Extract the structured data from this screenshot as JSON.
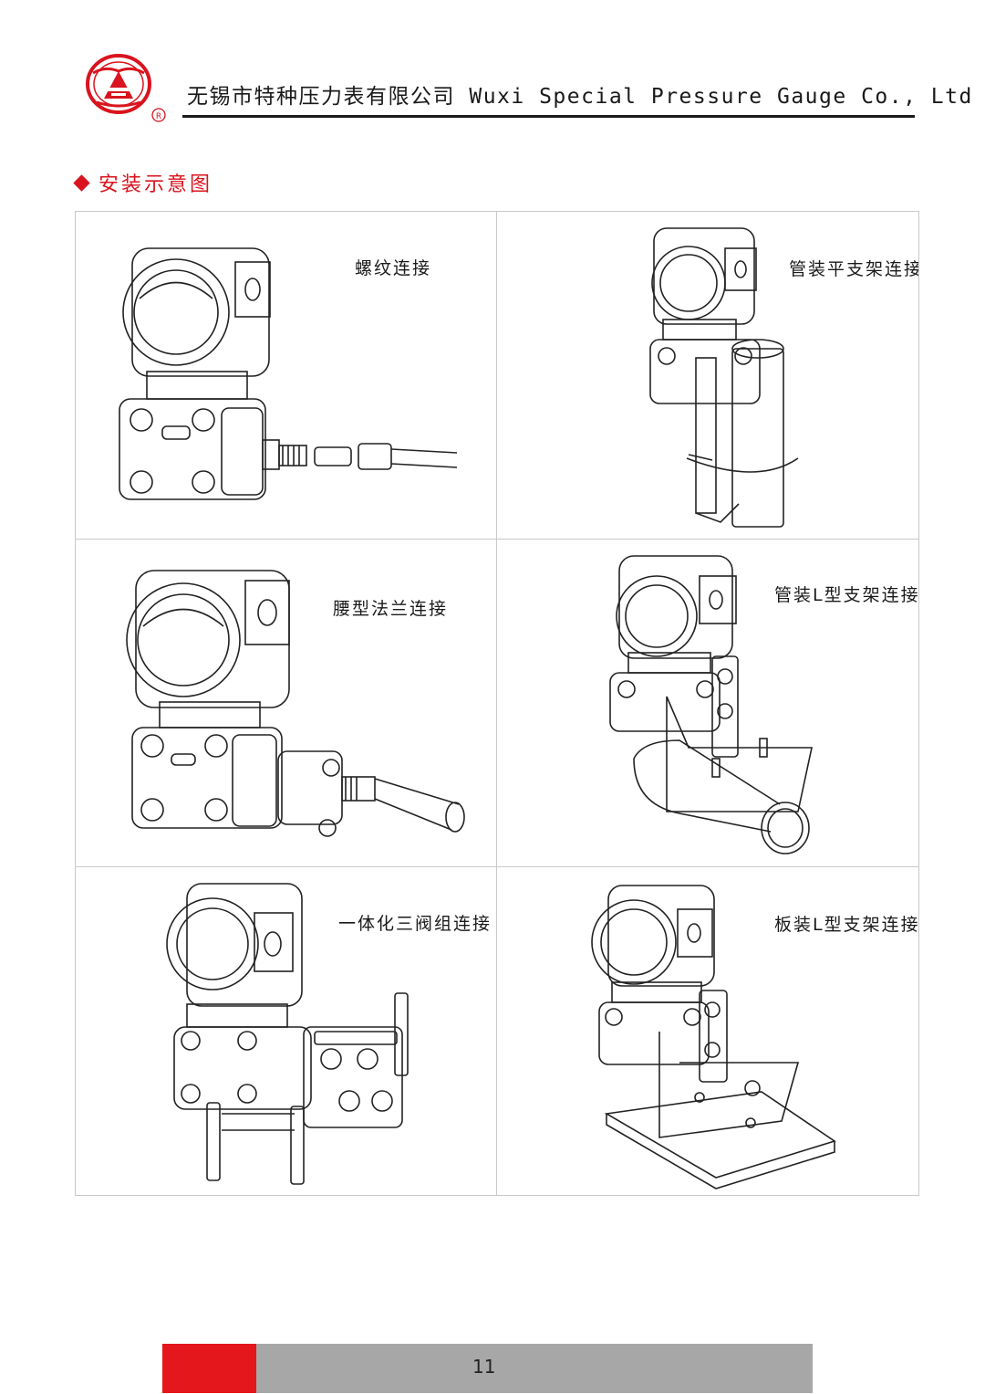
{
  "header": {
    "company_name": "无锡市特种压力表有限公司 Wuxi Special Pressure Gauge Co., Ltd",
    "logo_mark": "®"
  },
  "section": {
    "title": "安装示意图"
  },
  "diagrams": [
    {
      "label": "螺纹连接"
    },
    {
      "label": "管装平支架连接"
    },
    {
      "label": "腰型法兰连接"
    },
    {
      "label": "管装L型支架连接"
    },
    {
      "label": "一体化三阀组连接"
    },
    {
      "label": "板装L型支架连接"
    }
  ],
  "footer": {
    "page_number": "11"
  },
  "colors": {
    "accent": "#d9141e",
    "footer_gray": "#a7a7a7"
  }
}
